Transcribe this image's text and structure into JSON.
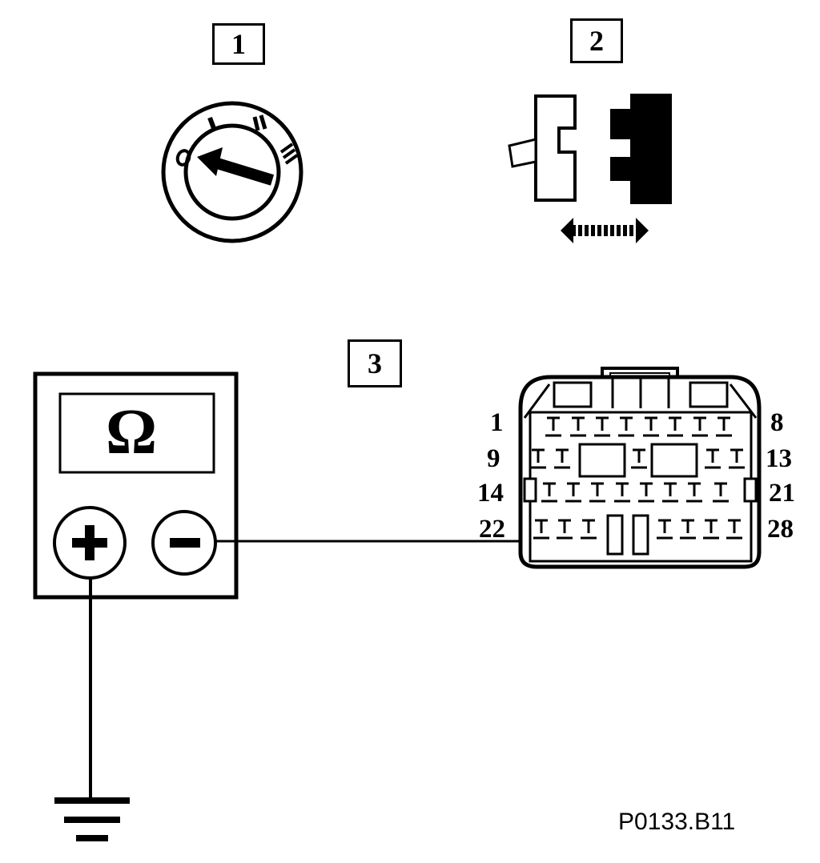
{
  "steps": [
    {
      "number": "1",
      "illustration": "ignition-switch"
    },
    {
      "number": "2",
      "illustration": "connector-disconnect"
    },
    {
      "number": "3",
      "illustration": "resistance-measurement"
    }
  ],
  "ignition_switch": {
    "positions": [
      "0",
      "I",
      "II",
      "III"
    ]
  },
  "ohmmeter": {
    "display_symbol": "Ω",
    "terminals": [
      "+",
      "−"
    ]
  },
  "connector": {
    "pin_labels": {
      "row1_left": "1",
      "row1_right": "8",
      "row2_left": "9",
      "row2_right": "13",
      "row3_left": "14",
      "row3_right": "21",
      "row4_left": "22",
      "row4_right": "28"
    }
  },
  "figure_code": "P0133.B11"
}
